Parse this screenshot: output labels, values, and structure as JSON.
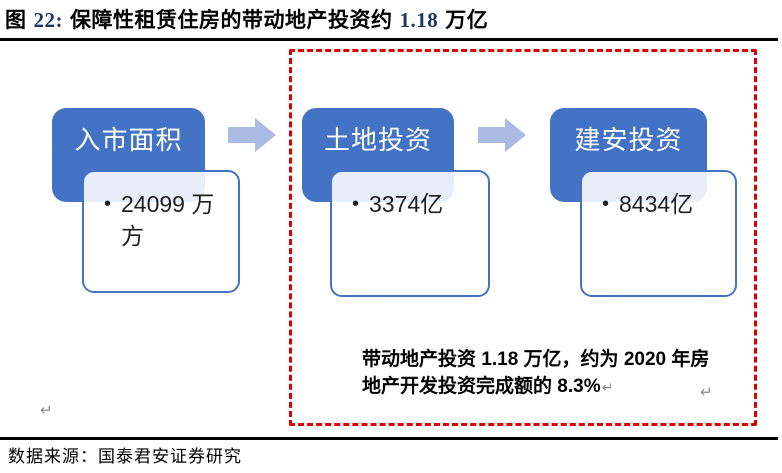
{
  "title": {
    "prefix": "图",
    "number": "22:",
    "body": "保障性租赁住房的带动地产投资约",
    "value": "1.18",
    "suffix": "万亿"
  },
  "flow": {
    "steps": [
      {
        "label": "入市面积",
        "bullet": "•",
        "value": "24099 万方"
      },
      {
        "label": "土地投资",
        "bullet": "•",
        "value": "3374亿"
      },
      {
        "label": "建安投资",
        "bullet": "•",
        "value": "8434亿"
      }
    ],
    "arrow_icon": "right-block-arrow"
  },
  "annotation": {
    "line1": "带动地产投资 1.18 万亿，约为 2020 年房",
    "line2": "地产开发投资完成额的 8.3%",
    "return_mark": "↵"
  },
  "footer": {
    "source": "数据来源：国泰君安证券研究"
  },
  "colors": {
    "step_box_blue": "#4472C4",
    "arrow_light_blue": "#ACBBE3",
    "dashed_border_red": "#DD0000",
    "title_number_navy": "#1F3864",
    "card_border_blue": "#4472C4",
    "text_black": "#000000",
    "return_mark_gray": "#8A8A8A"
  }
}
